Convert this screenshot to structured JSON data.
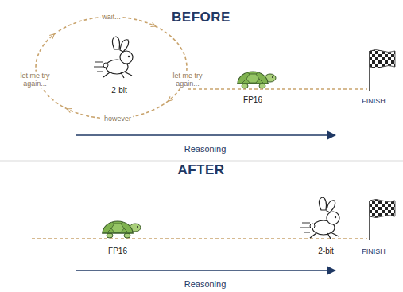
{
  "diagram": {
    "title": "BEFORE",
    "labels": [
      "wait...",
      "let me try again...",
      "let me try again...",
      "however",
      "2-bit",
      "FP16",
      "FINISH",
      "Reasoning",
      "AFTER",
      "FP16",
      "2-bit",
      "FINISH",
      "Reasoning"
    ]
  }
}
